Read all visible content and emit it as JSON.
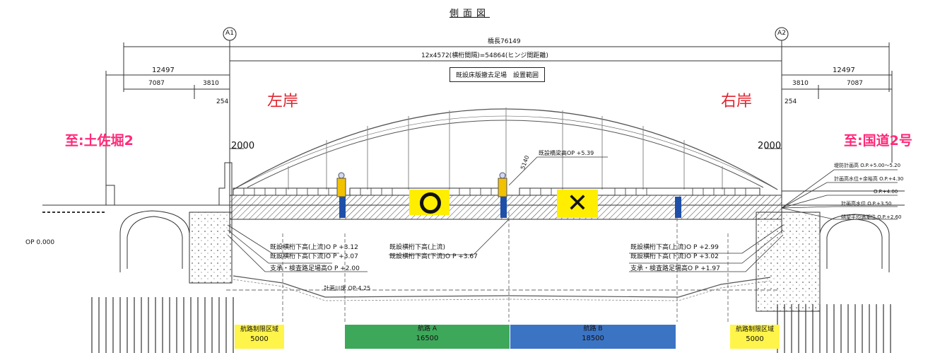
{
  "title": "側面図",
  "axis_labels": {
    "a1": "A1",
    "a2": "A2"
  },
  "dims": {
    "total_length": "橋長76149",
    "span_note": "12x4572(横桁間隔)=54864(ヒンジ間距離)",
    "scope_note": "既設床版撤去足場　設置範囲",
    "left_12497": "12497",
    "left_7087": "7087",
    "left_3810": "3810",
    "left_254": "254",
    "right_12497": "12497",
    "right_3810": "3810",
    "right_7087": "7087",
    "right_254": "254",
    "left_2000": "2000",
    "right_2000": "2000",
    "op_zero": "OP 0.000"
  },
  "banks": {
    "left": "左岸",
    "right": "右岸"
  },
  "destinations": {
    "left": "至:土佐堀2",
    "right": "至:国道2号"
  },
  "symbols": {
    "ok": "○",
    "ng": "✕"
  },
  "annotations": {
    "arch_top": "既設橋梁高OP +5.39",
    "river_bed": "計画川床 OP-4.25",
    "left_1": "既設横桁下高(上流)O P +3.12",
    "left_2": "既設横桁下高(下流)O P +3.07",
    "left_3": "支承・検査路足場高O P +2.00",
    "center_1": "既設横桁下高(上流)",
    "center_2": "既設横桁下高(下流)O P +3.67",
    "right_1": "既設横桁下高(上流)O P +2.99",
    "right_2": "既設横桁下高(下流)O P +3.02",
    "right_3": "支承・検査路足場高O P +1.97",
    "right_level_1": "堤防計画高 O.P.+5.00～5.20",
    "right_level_2": "計画高水位+余裕高 O.P.+4.30",
    "right_level_3": "O.P.+4.00",
    "right_level_4": "計画高水位 O.P.+3.50",
    "right_level_5": "朔望平均満潮位 O.P.+2.60",
    "vertical_dim": "5140"
  },
  "bottom": {
    "left_tag_label": "航路制限区域",
    "left_tag_value": "5000",
    "lane_a_label": "航路 A",
    "lane_a_value": "16500",
    "lane_b_label": "航路 B",
    "lane_b_value": "18500",
    "right_tag_label": "航路制限区域",
    "right_tag_value": "5000"
  },
  "colors": {
    "lane_a": "#3ea85a",
    "lane_b": "#3c74c4",
    "restricted": "#fff44a",
    "symbol_bg": "#ffee00",
    "bank_text": "#e0252f",
    "dest_text": "#ff2a7a",
    "pier_blue": "#1f4fa8"
  }
}
